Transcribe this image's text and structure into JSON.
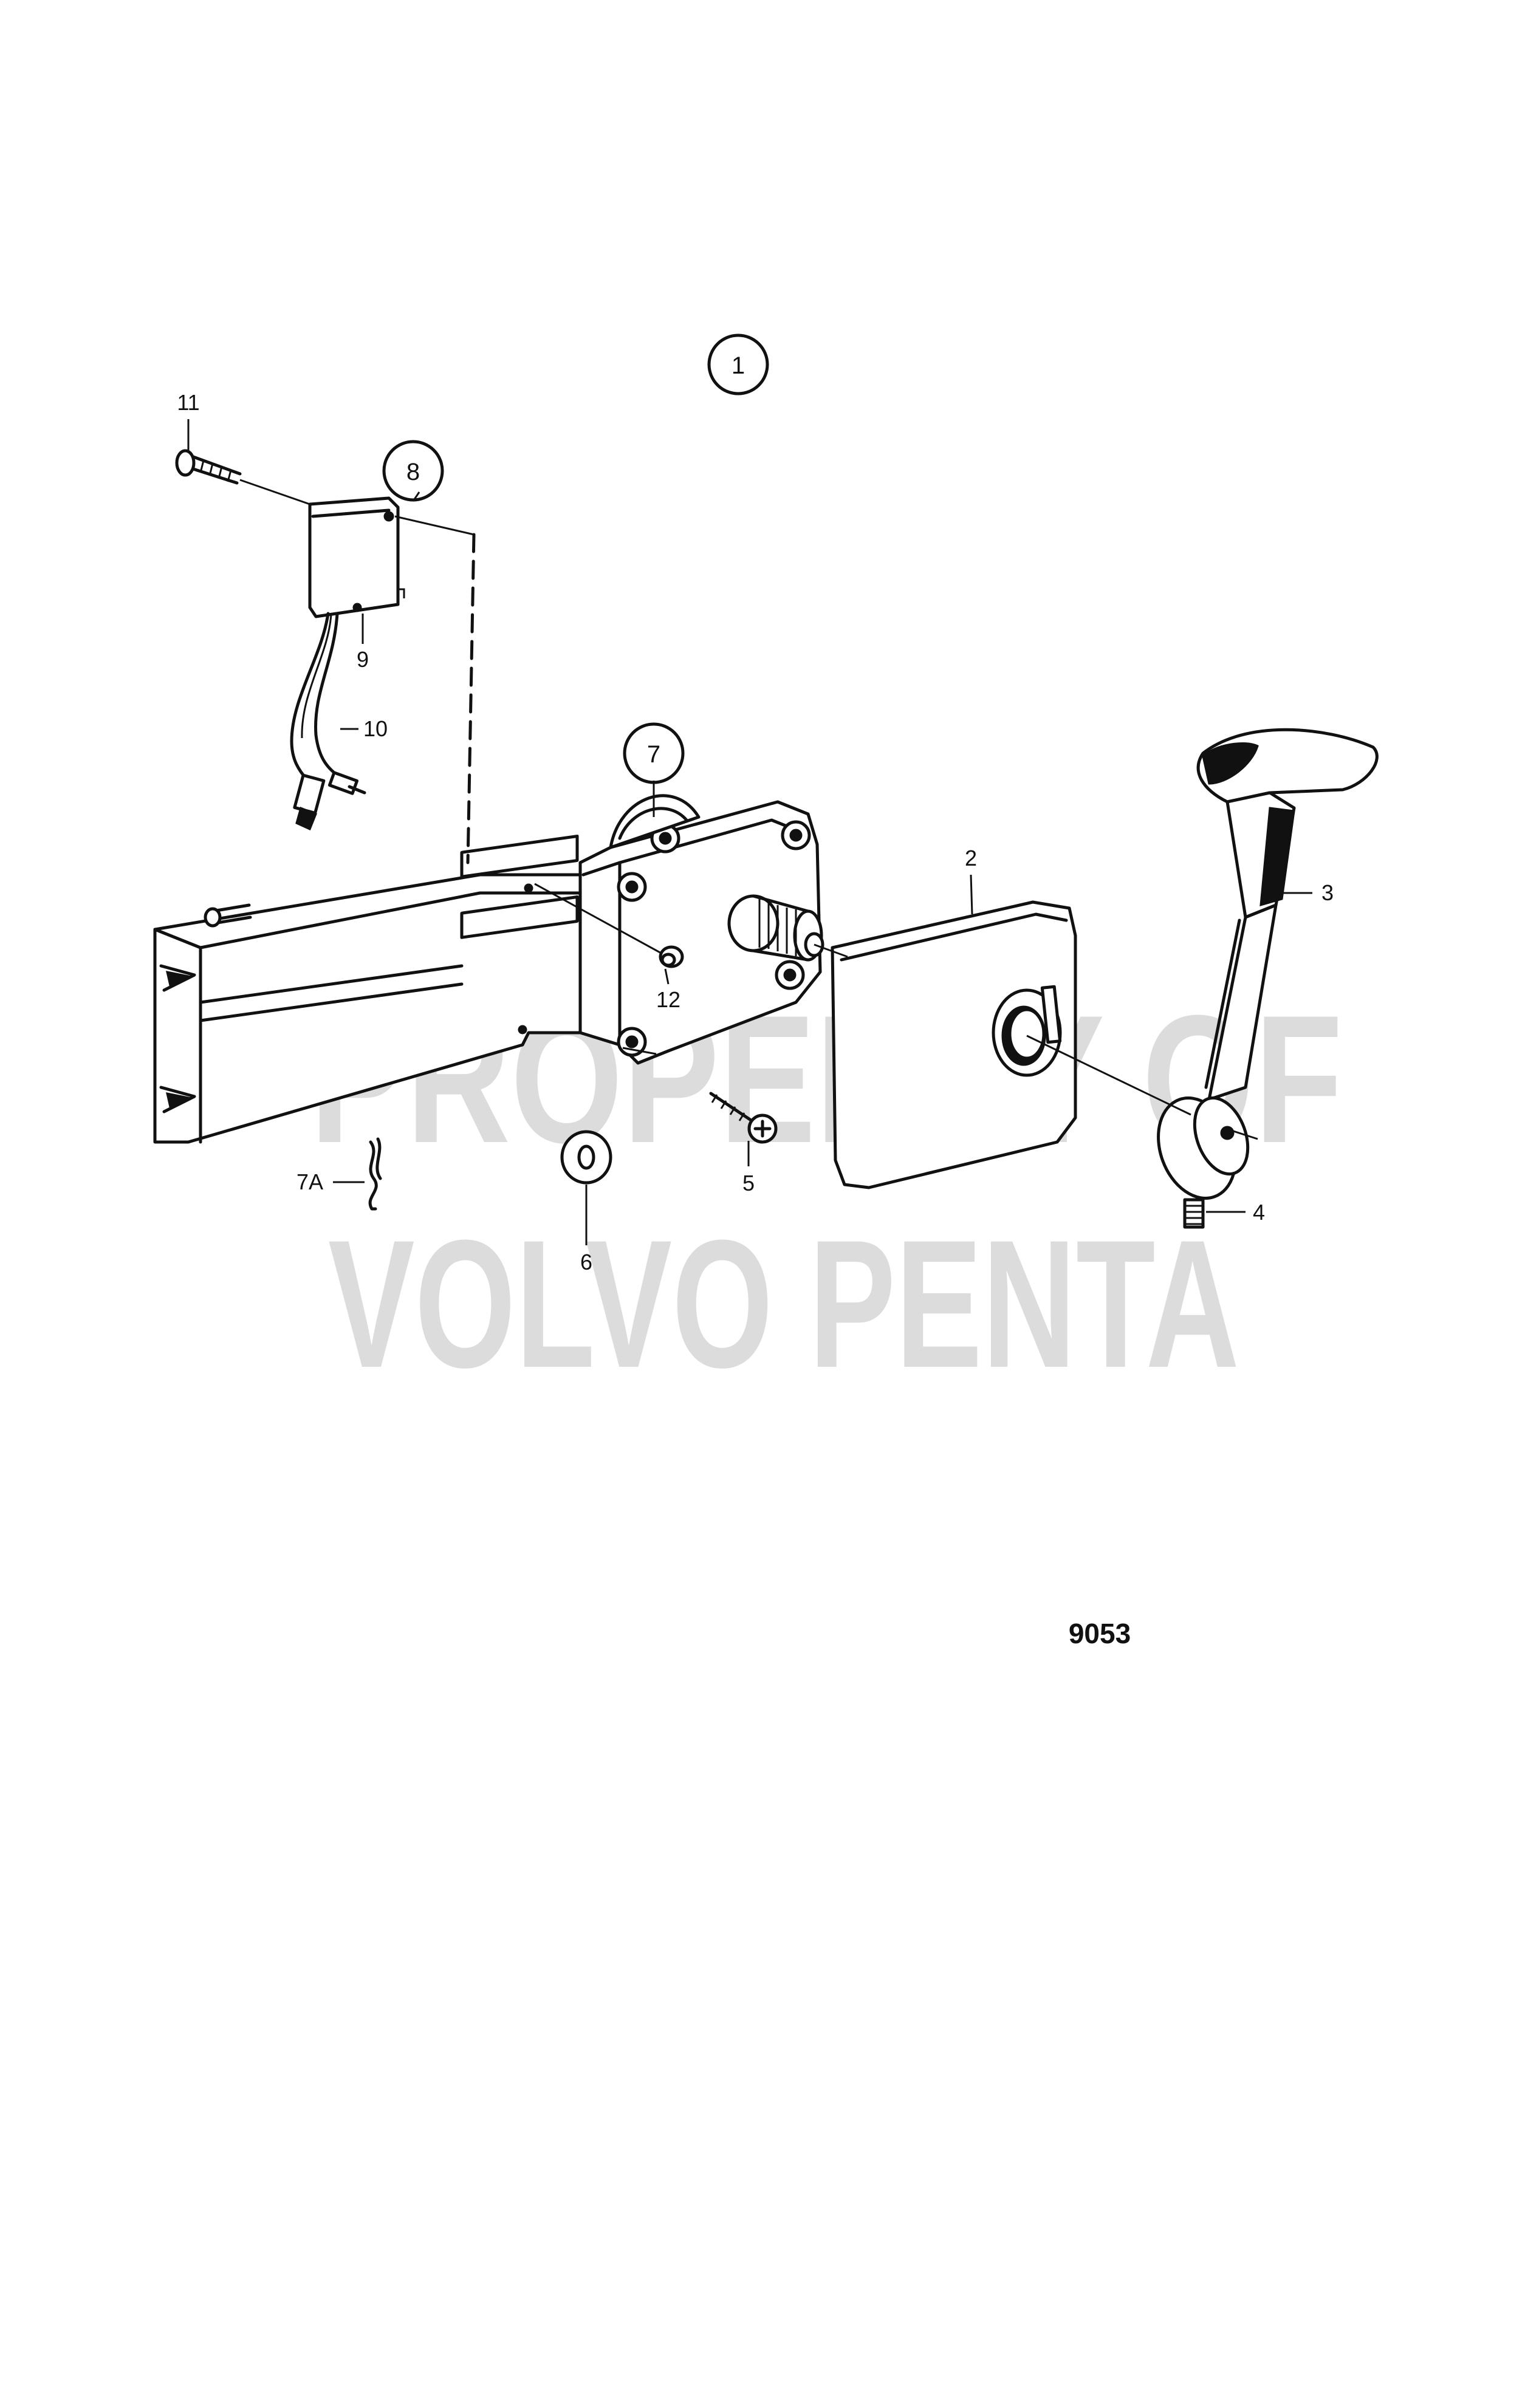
{
  "diagram": {
    "figure_number": "9053",
    "watermark": [
      "PROPERTY OF",
      "VOLVO PENTA"
    ],
    "callouts": [
      {
        "id": "1",
        "circled": true
      },
      {
        "id": "2",
        "circled": false
      },
      {
        "id": "3",
        "circled": false
      },
      {
        "id": "4",
        "circled": false
      },
      {
        "id": "5",
        "circled": false
      },
      {
        "id": "6",
        "circled": false
      },
      {
        "id": "7",
        "circled": true
      },
      {
        "id": "7A",
        "circled": false
      },
      {
        "id": "8",
        "circled": true
      },
      {
        "id": "9",
        "circled": false
      },
      {
        "id": "10",
        "circled": false
      },
      {
        "id": "11",
        "circled": false
      },
      {
        "id": "12",
        "circled": false
      }
    ],
    "parts": [
      {
        "name": "mounting-bracket"
      },
      {
        "name": "control-housing"
      },
      {
        "name": "cover-plate"
      },
      {
        "name": "control-lever"
      },
      {
        "name": "set-screw"
      },
      {
        "name": "screw"
      },
      {
        "name": "washer"
      },
      {
        "name": "gear-wheel"
      },
      {
        "name": "cotter-pin"
      },
      {
        "name": "neutral-switch"
      },
      {
        "name": "switch-cable"
      },
      {
        "name": "switch-bolt"
      },
      {
        "name": "nut"
      }
    ]
  }
}
